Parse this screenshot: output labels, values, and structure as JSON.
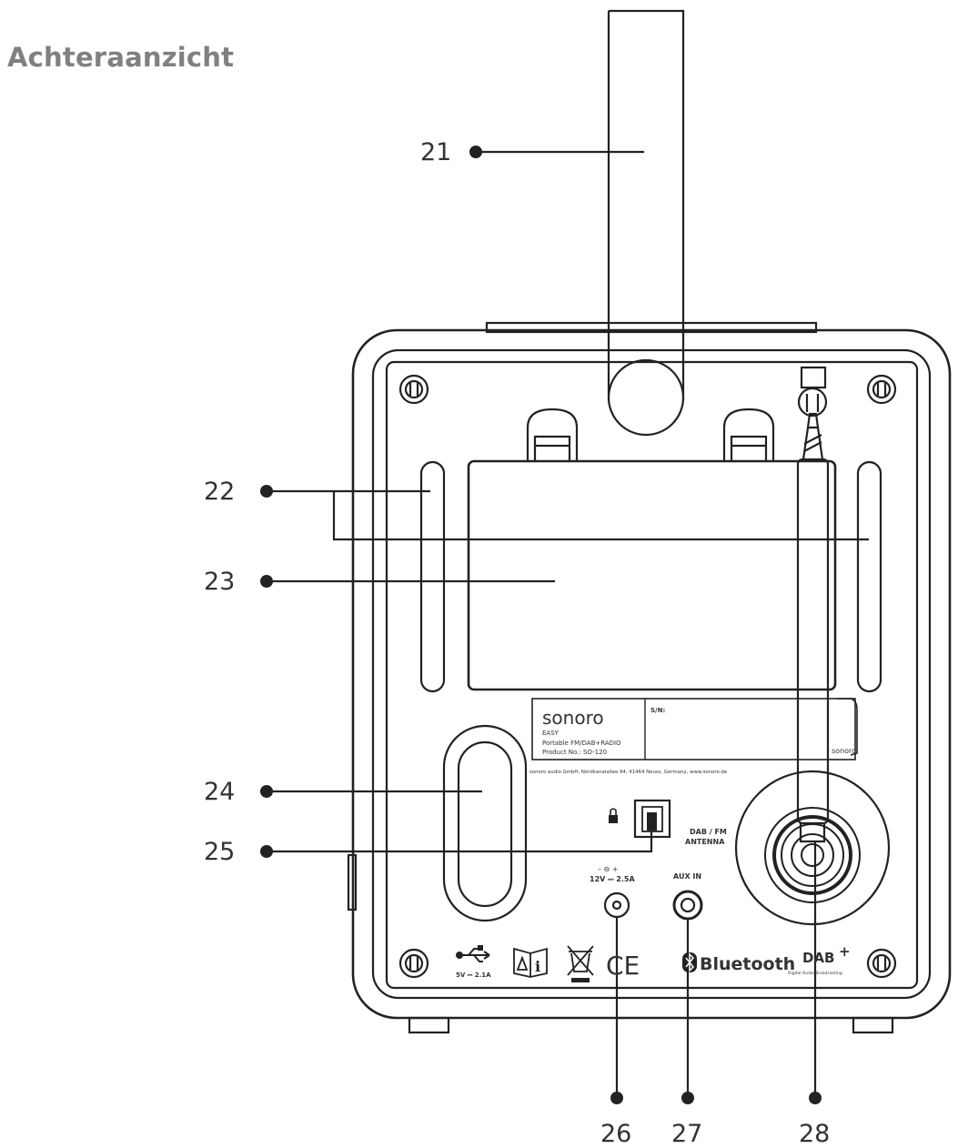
{
  "page": {
    "title": "Achteraanzicht"
  },
  "callouts": [
    {
      "id": "21",
      "label": "21"
    },
    {
      "id": "22",
      "label": "22"
    },
    {
      "id": "23",
      "label": "23"
    },
    {
      "id": "24",
      "label": "24"
    },
    {
      "id": "25",
      "label": "25"
    },
    {
      "id": "26",
      "label": "26"
    },
    {
      "id": "27",
      "label": "27"
    },
    {
      "id": "28",
      "label": "28"
    }
  ],
  "rating_label": {
    "brand": "sonoro",
    "model": "EASY",
    "product_type": "Portable FM/DAB+RADIO",
    "product_no": "Product No.: SO-120",
    "sn": "S/N:",
    "address": "sonoro audio GmbH, Nordkanalallee 94, 41464 Neuss, Germany, www.sonoro.de",
    "side_brand": "sonoro"
  },
  "panel_labels": {
    "antenna": "DAB / FM\nANTENNA",
    "antenna_line1": "DAB / FM",
    "antenna_line2": "ANTENNA",
    "aux": "AUX IN",
    "dc_polarity": "– ⊖ +",
    "dc_rating": "12V ⎓ 2.5A",
    "usb_rating": "5V ⎓ 2.1A",
    "bluetooth": "Bluetooth",
    "dab": "DAB",
    "dab_plus": "+",
    "dab_sub": "Digital Audio Broadcasting",
    "ce": "CE"
  },
  "colors": {
    "line": "#222222",
    "title": "#808080",
    "panel_fill": "#ffffff"
  }
}
